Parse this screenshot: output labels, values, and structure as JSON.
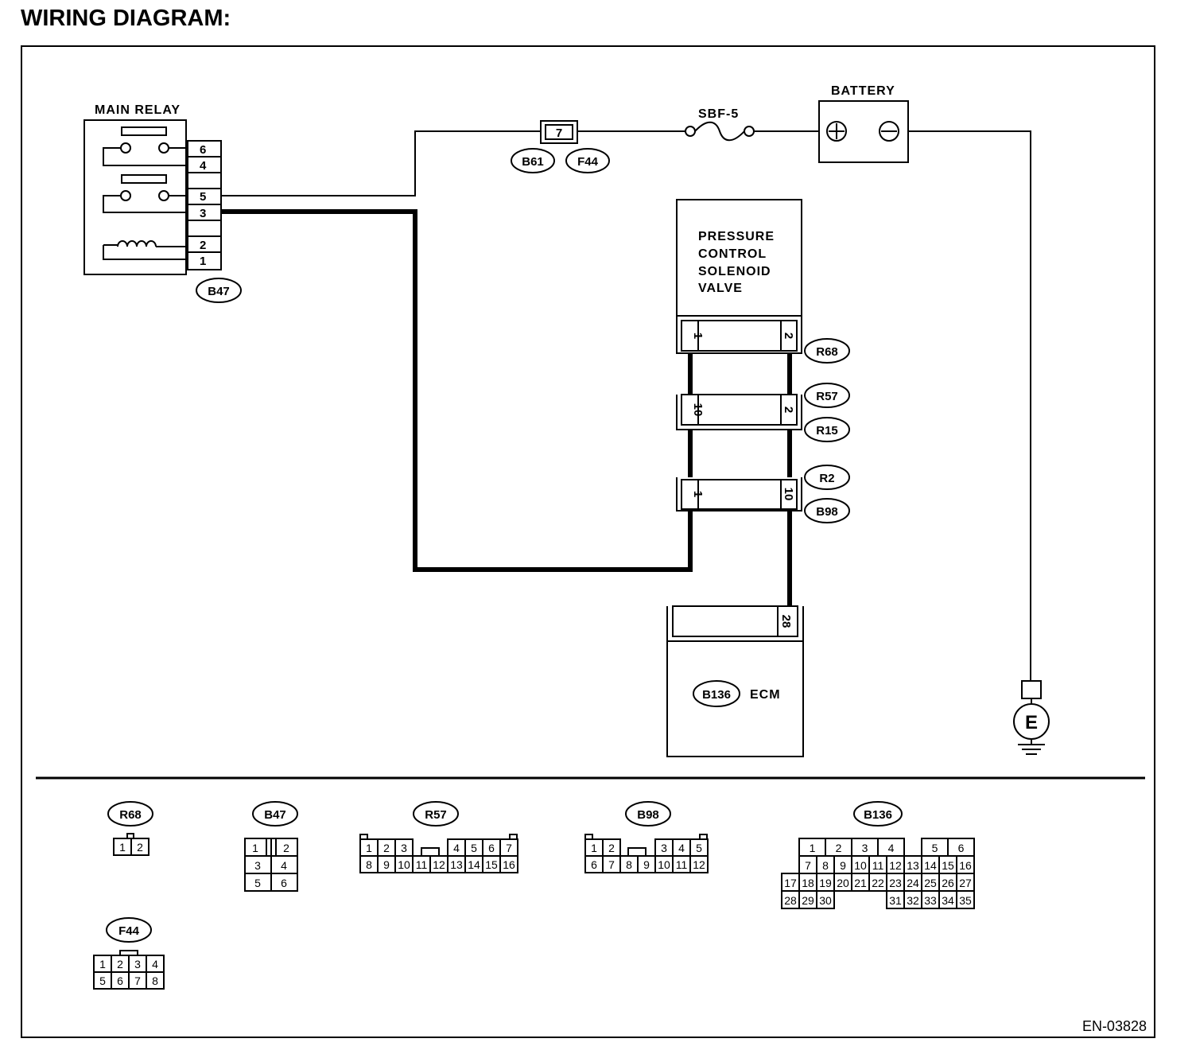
{
  "header": {
    "title": "WIRING DIAGRAM:"
  },
  "components": {
    "main_relay": {
      "label": "MAIN RELAY",
      "pins": [
        "6",
        "4",
        "5",
        "3",
        "2",
        "1"
      ]
    },
    "battery": {
      "label": "BATTERY"
    },
    "fuse": {
      "label": "SBF-5"
    },
    "fuse_connector_pin": "7",
    "pcs_valve": {
      "lines": [
        "PRESSURE",
        "CONTROL",
        "SOLENOID",
        "VALVE"
      ]
    },
    "ecm": {
      "label": "ECM",
      "pin": "28"
    },
    "ground": {
      "label": "E"
    }
  },
  "connector_tags": {
    "b47": "B47",
    "b61": "B61",
    "f44": "F44",
    "r68": "R68",
    "r57": "R57",
    "r15": "R15",
    "r2": "R2",
    "b98": "B98",
    "b136": "B136"
  },
  "inline_pins": {
    "r68_left": "1",
    "r68_right": "2",
    "r57_left": "10",
    "r57_right": "2",
    "b98_left": "1",
    "b98_right": "10"
  },
  "connector_views": {
    "r68": {
      "name": "R68",
      "cells": [
        "1",
        "2"
      ]
    },
    "b47": {
      "name": "B47",
      "cells": [
        "1",
        "2",
        "3",
        "4",
        "5",
        "6"
      ]
    },
    "r57": {
      "name": "R57",
      "cells": [
        "1",
        "2",
        "3",
        "4",
        "5",
        "6",
        "7",
        "8",
        "9",
        "10",
        "11",
        "12",
        "13",
        "14",
        "15",
        "16"
      ]
    },
    "b98": {
      "name": "B98",
      "cells": [
        "1",
        "2",
        "3",
        "4",
        "5",
        "6",
        "7",
        "8",
        "9",
        "10",
        "11",
        "12"
      ]
    },
    "b136": {
      "name": "B136",
      "cells": [
        "1",
        "2",
        "3",
        "4",
        "5",
        "6",
        "7",
        "8",
        "9",
        "10",
        "11",
        "12",
        "13",
        "14",
        "15",
        "16",
        "17",
        "18",
        "19",
        "20",
        "21",
        "22",
        "23",
        "24",
        "25",
        "26",
        "27",
        "28",
        "29",
        "30",
        "31",
        "32",
        "33",
        "34",
        "35"
      ]
    },
    "f44": {
      "name": "F44",
      "cells": [
        "1",
        "2",
        "3",
        "4",
        "5",
        "6",
        "7",
        "8"
      ]
    }
  },
  "footer": {
    "code": "EN-03828"
  }
}
